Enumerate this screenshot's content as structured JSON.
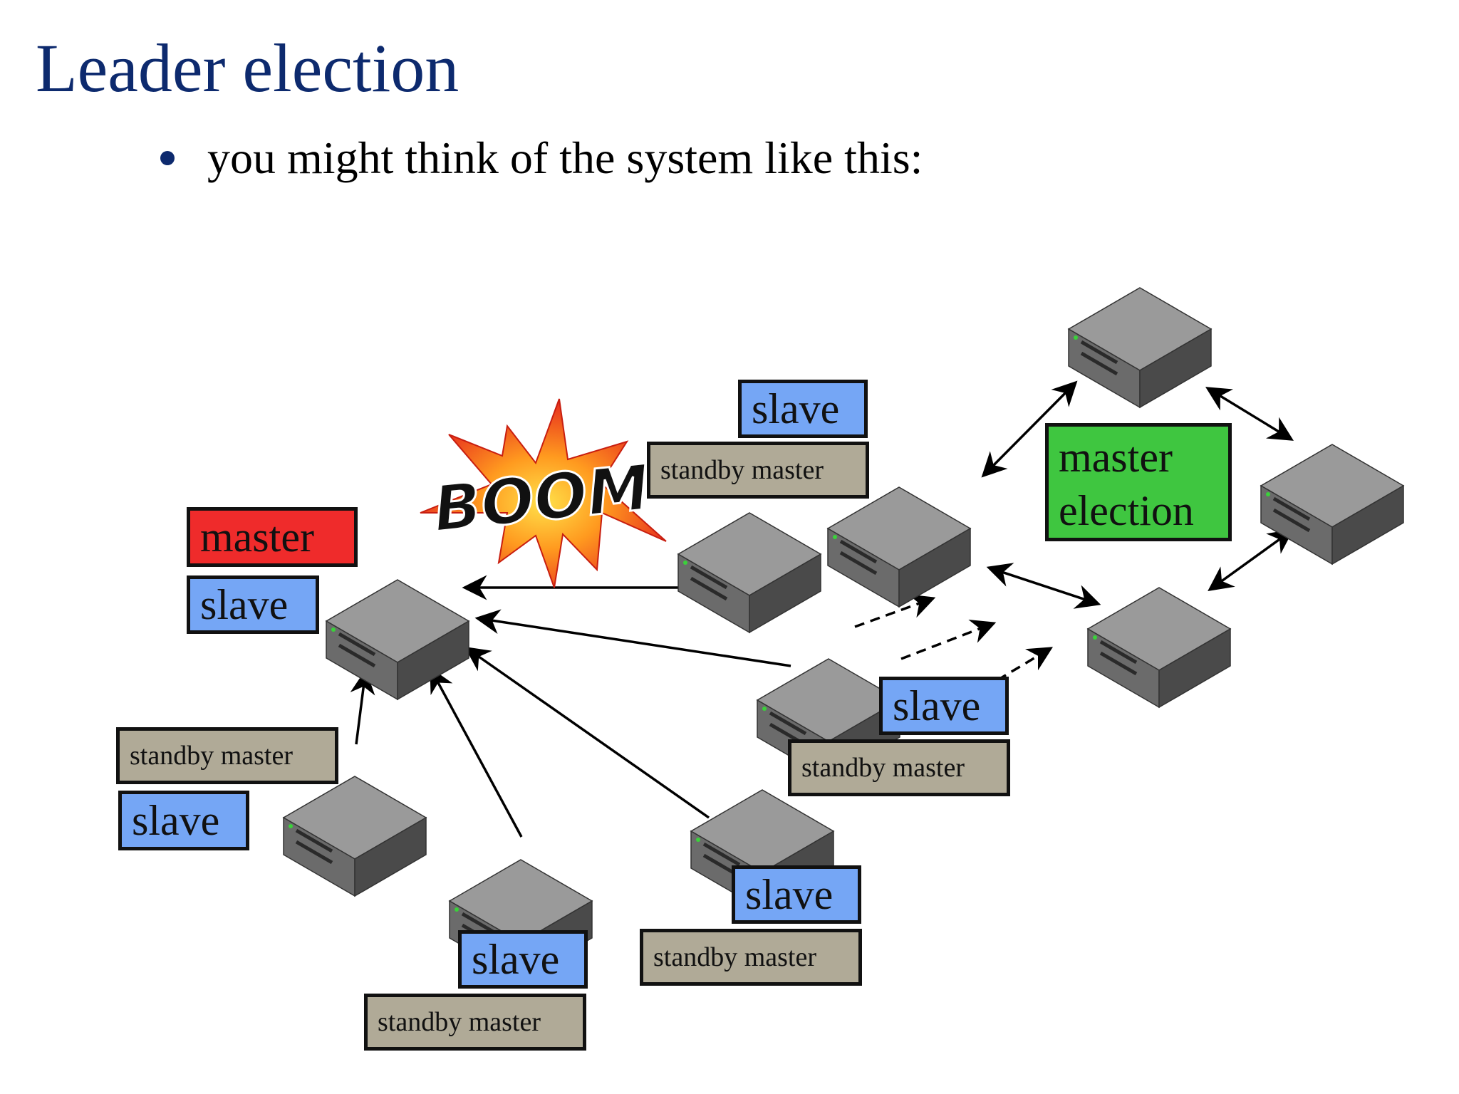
{
  "slide": {
    "title": "Leader election",
    "bullet": "you might think of the system like this:"
  },
  "labels": {
    "master": "master",
    "slave": "slave",
    "standby": "standby master",
    "election": "master election",
    "boom": "BOOM"
  },
  "colors": {
    "title": "#0d2a6e",
    "master": "#ef2b2b",
    "slave": "#75a6f5",
    "standby": "#b0aa97",
    "election": "#3fc640",
    "server_top": "#9a9a9a",
    "server_left": "#6b6b6b",
    "server_right": "#4a4a4a"
  }
}
